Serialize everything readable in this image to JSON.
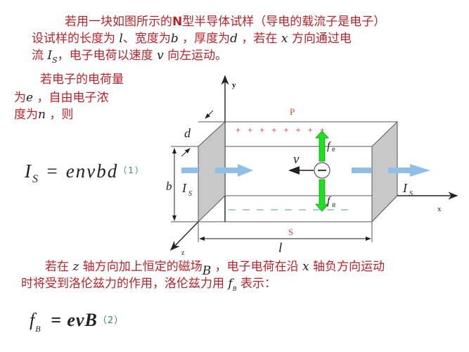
{
  "intro": {
    "line1_a": "若用一块如图所示的",
    "line1_N": "N",
    "line1_b": "型半导体试样（导电的载流子是电子）",
    "line2_a": "设试样的长度为 ",
    "line2_l": "l",
    "line2_b": "、宽度为",
    "line2_bv": "b",
    "line2_c": " ，厚度为",
    "line2_d": "d",
    "line2_e": " ，若在 ",
    "line2_x": "x",
    "line2_f": " 方向通过电",
    "line3_a": "流 ",
    "line3_I": "I",
    "line3_S": "S",
    "line3_b": "，电子电荷以速度 ",
    "line3_v": "v",
    "line3_c": " 向左运动。"
  },
  "charge": {
    "line1": "若电子的电荷量",
    "line2_a": "为",
    "line2_e": "e",
    "line2_b": " ，自由电子浓",
    "line3_a": "度为",
    "line3_n": "n",
    "line3_b": " ，则"
  },
  "equation1": {
    "lhs_I": "I",
    "lhs_S": "S",
    "rhs": " = envbd",
    "number": "（1）"
  },
  "diagram": {
    "axis_y": "y",
    "axis_x": "x",
    "axis_z": "z",
    "top_label": "P",
    "bottom_label": "S",
    "plus_signs": "+   +   +   +   +   +   +   +",
    "dim_d": "d",
    "dim_b": "b",
    "dim_l": "l",
    "current_label_I": "I",
    "current_label_S": "S",
    "velocity": "v",
    "electron": "−",
    "force_e": "f",
    "force_e_sub": "e",
    "force_B": "f",
    "force_B_sub": "B",
    "colors": {
      "arrow_current": "#8fbfe6",
      "force_arrow": "#22dd22",
      "plus": "#e02020",
      "minus_dash": "#7fa8d8",
      "face": "#c8c8c8"
    }
  },
  "magnet": {
    "line1_a": "若在 ",
    "line1_z": "z",
    "line1_b": " 轴方向加上恒定的磁场",
    "line1_B": "B",
    "line1_c": " ，电子电荷在沿 ",
    "line1_x": "x",
    "line1_d": " 轴负方向运动",
    "line2_a": "时将受到洛伦兹力的作用，洛伦兹力用 ",
    "line2_f": "f",
    "line2_B": "B",
    "line2_b": " 表示："
  },
  "equation2": {
    "lhs_f": "f",
    "lhs_B": "B",
    "rhs": " = evB",
    "number": "（2）"
  }
}
